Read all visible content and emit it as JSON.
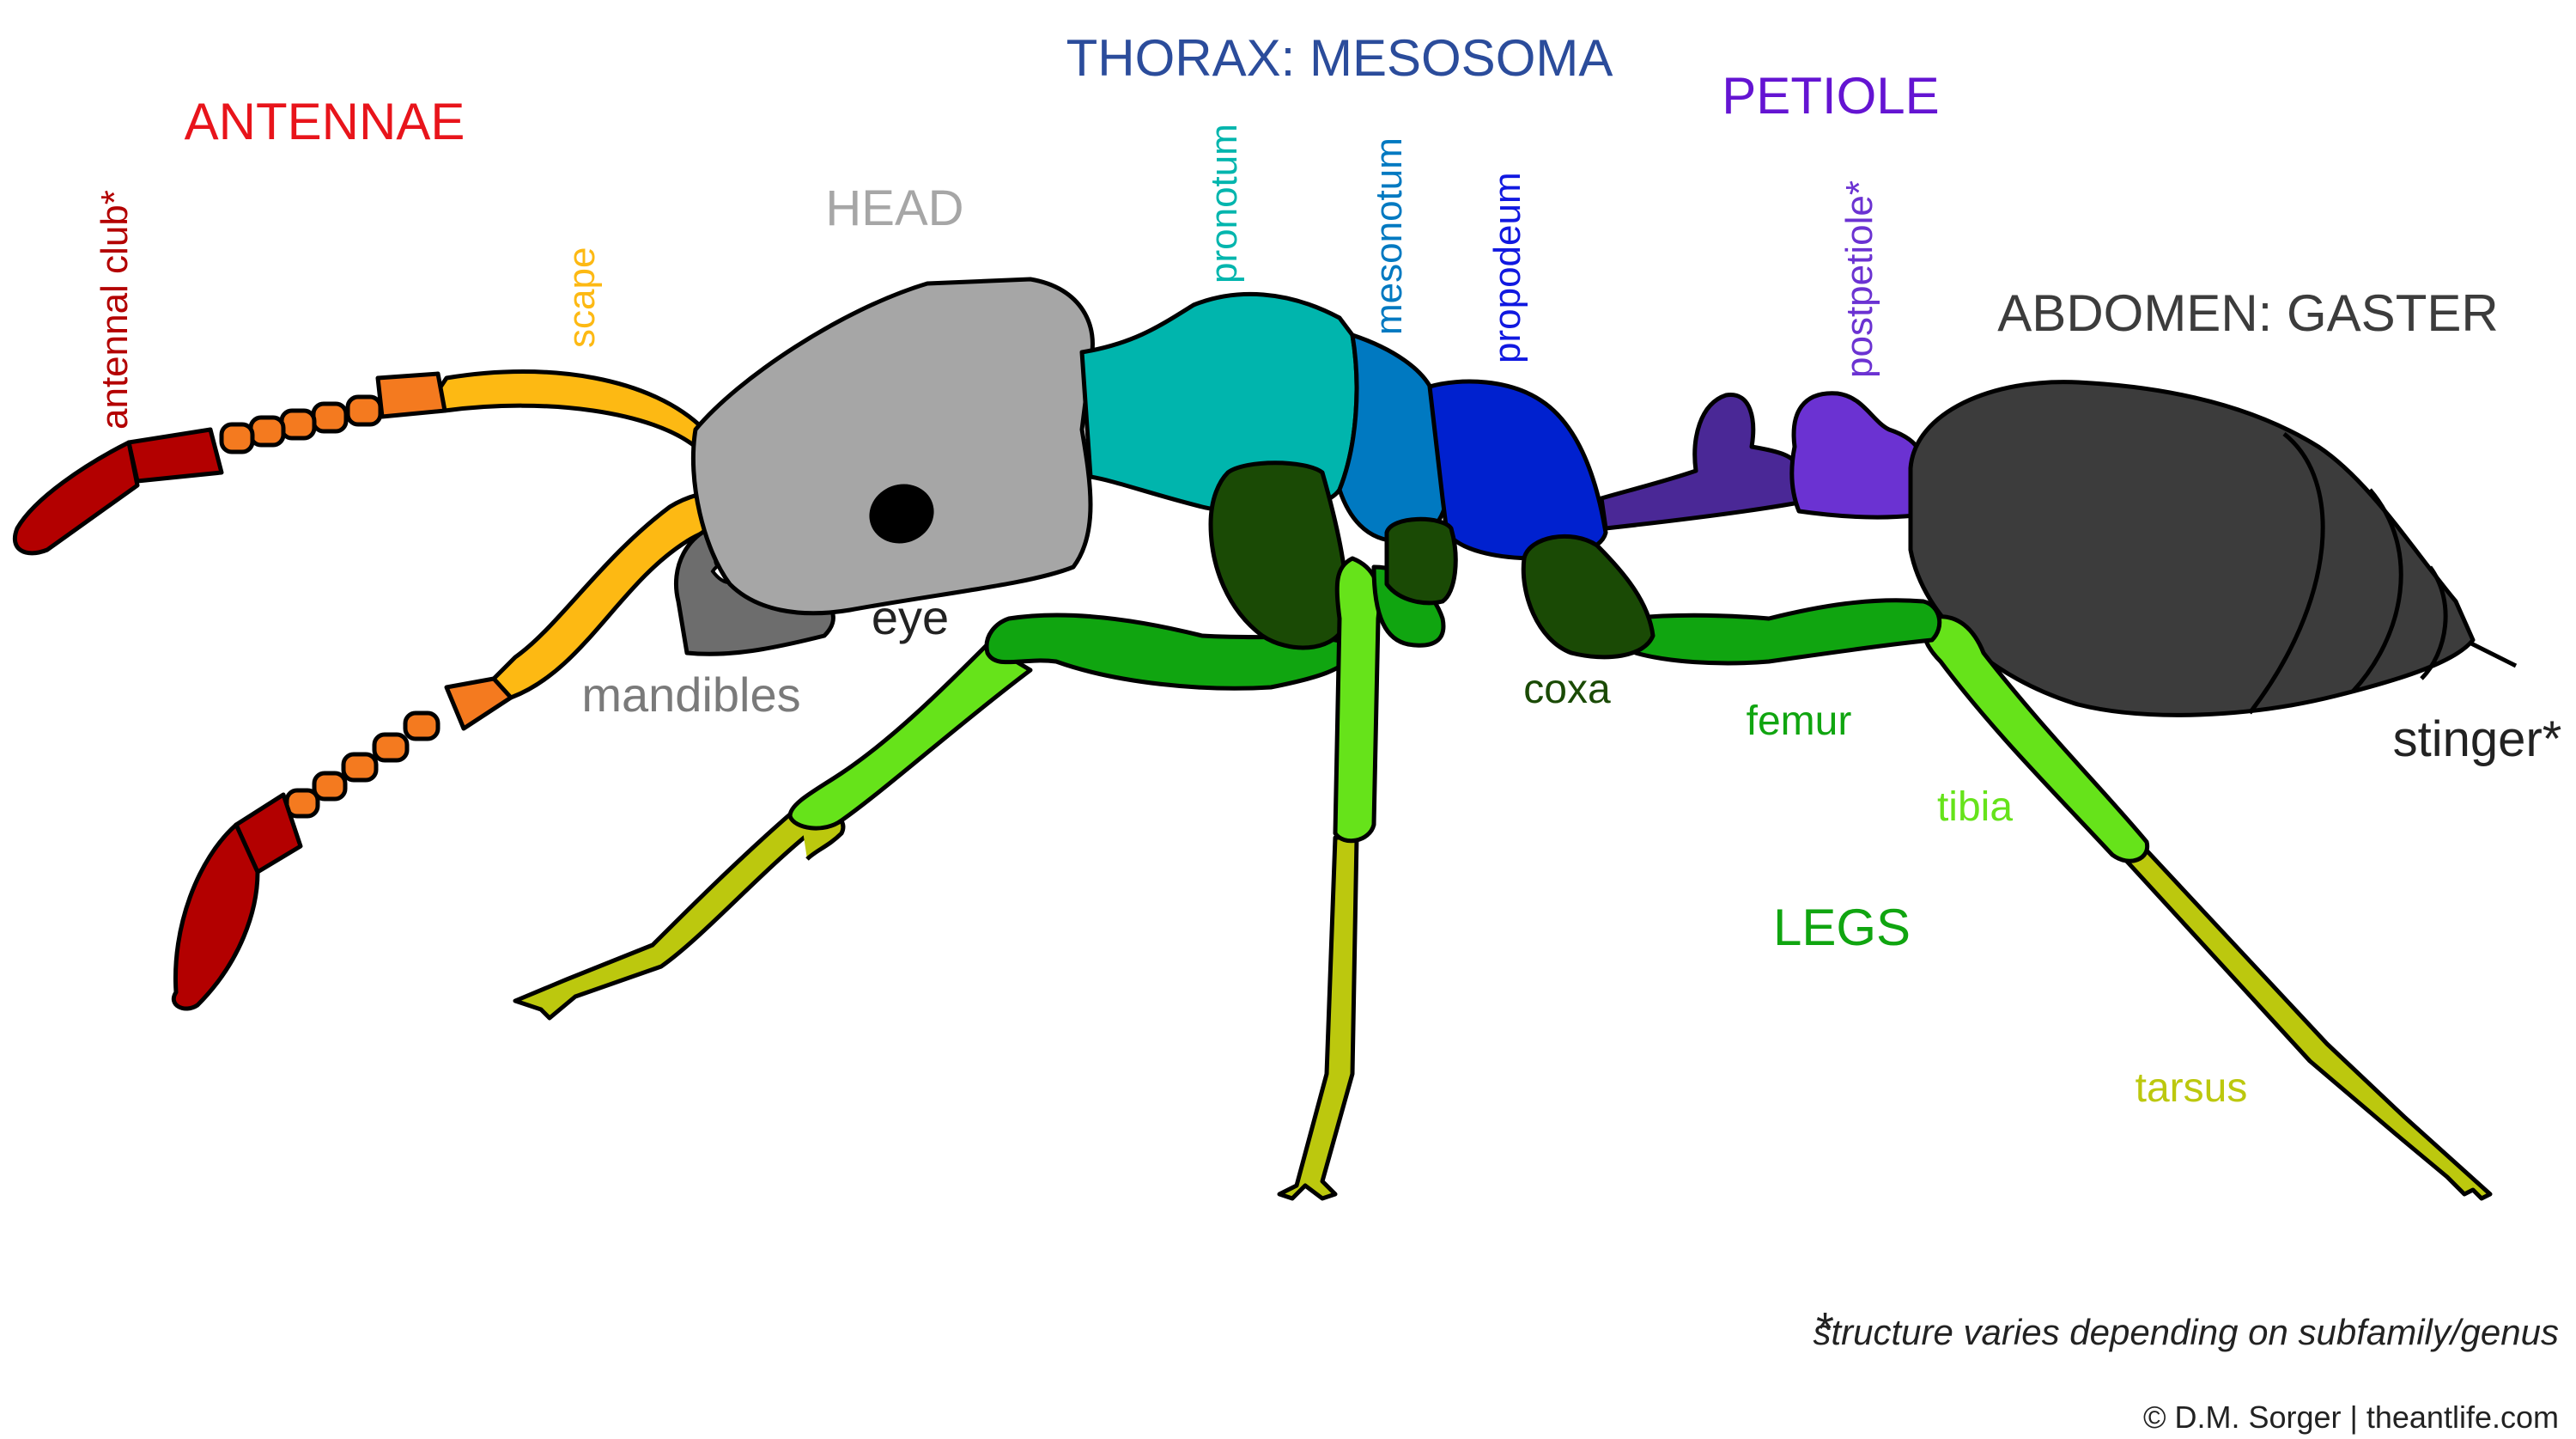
{
  "labels": {
    "antennae": "ANTENNAE",
    "antennal_club": "antennal club*",
    "scape": "scape",
    "head": "HEAD",
    "thorax": "THORAX: MESOSOMA",
    "pronotum": "pronotum",
    "mesonotum": "mesonotum",
    "propodeum": "propodeum",
    "petiole": "PETIOLE",
    "postpetiole": "postpetiole*",
    "abdomen": "ABDOMEN: GASTER",
    "eye": "eye",
    "mandibles": "mandibles",
    "coxa": "coxa",
    "femur": "femur",
    "tibia": "tibia",
    "legs": "LEGS",
    "tarsus": "tarsus",
    "stinger": "stinger*"
  },
  "footnote": "structure varies depending on subfamily/genus",
  "footnote_mark": "*",
  "credit": "© D.M. Sorger | theantlife.com",
  "colors": {
    "antennae": "#e8141b",
    "antennal_club": "#b30000",
    "funiculus": "#f47a1f",
    "scape": "#fdb913",
    "head": "#a6a6a6",
    "head_label": "#a6a6a6",
    "mandibles": "#6d6d6d",
    "mandibles_label": "#7a7a7a",
    "thorax_label": "#2b4c9b",
    "pronotum": "#00b5ad",
    "mesonotum": "#0079c1",
    "propodeum": "#0021cf",
    "propodeum_label": "#1018e0",
    "petiole": "#4a2896",
    "petiole_label": "#6414d2",
    "postpetiole": "#6b32d2",
    "abdomen": "#3c3c3c",
    "eye": "#000000",
    "coxa": "#1a4a05",
    "femur": "#10a510",
    "tibia": "#66e31a",
    "tarsus": "#bcc80e",
    "text_dark": "#222222"
  }
}
